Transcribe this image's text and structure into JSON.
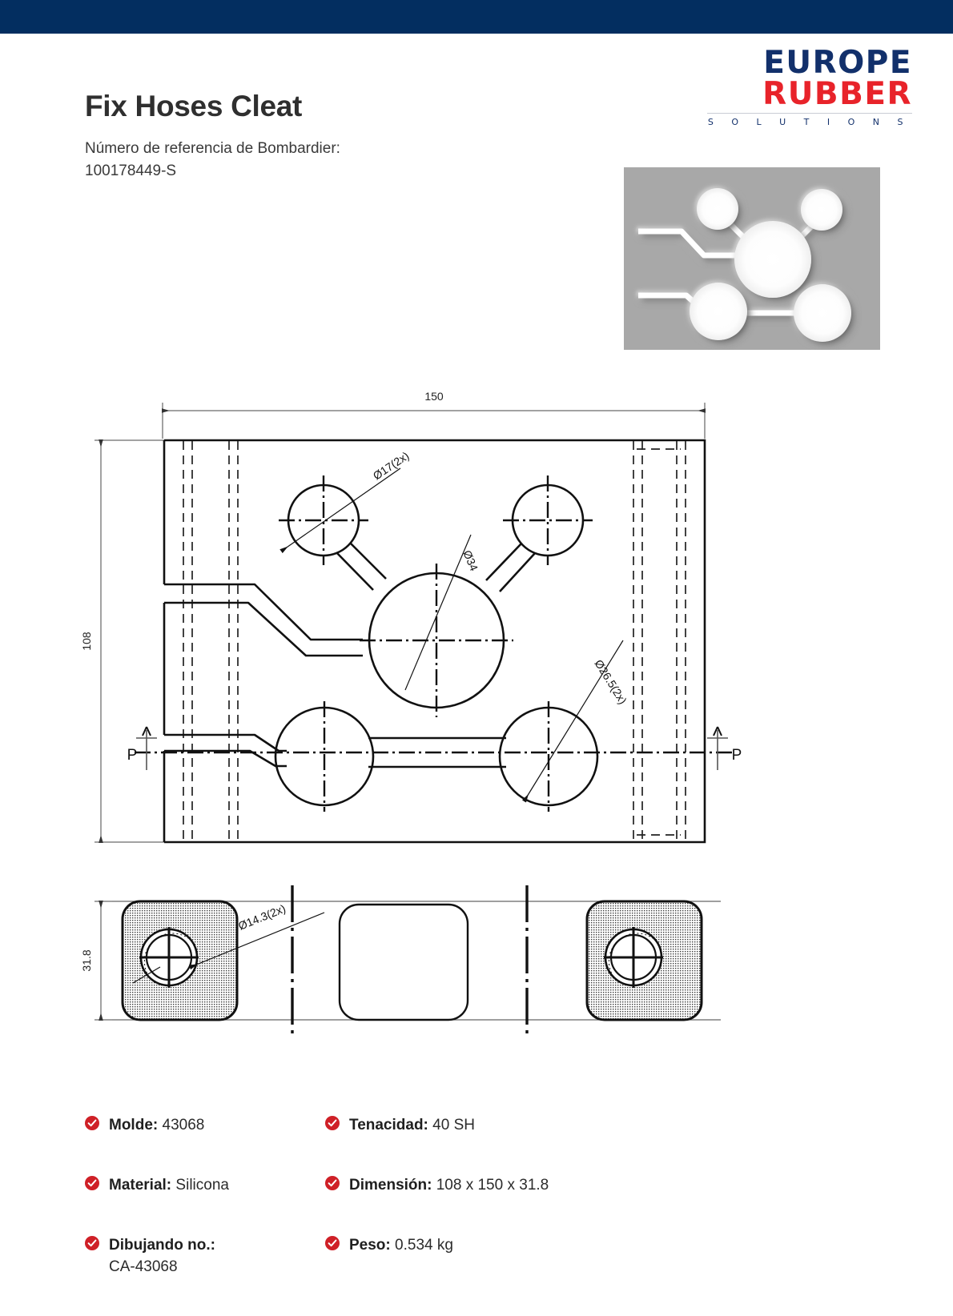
{
  "brand": {
    "banner_color": "#032e60",
    "accent_red": "#cf2027",
    "logo": {
      "line1": "EUROPE",
      "line2": "RUBBER",
      "line3": "S O L U T I O N S",
      "line1_color": "#12306b",
      "line2_color": "#e8232a"
    }
  },
  "header": {
    "title": "Fix Hoses Cleat",
    "subtitle_label": "Número de referencia de Bombardier:",
    "subtitle_value": "100178449-S"
  },
  "photo": {
    "alt": "product-photo-rubber-cleat",
    "background": "#a8a8a8"
  },
  "drawing": {
    "top_view": {
      "width_dim": "150",
      "height_dim": "108",
      "section_marker_left": "P",
      "section_marker_right": "P",
      "callouts": [
        {
          "label": "Ø17(2x)"
        },
        {
          "label": "Ø34"
        },
        {
          "label": "Ø26.5(2x)"
        }
      ]
    },
    "section_view": {
      "height_dim": "31.8",
      "callouts": [
        {
          "label": "Ø14.3(2x)"
        }
      ]
    }
  },
  "specs": {
    "left": [
      {
        "label": "Molde:",
        "value": "43068"
      },
      {
        "label": "Material:",
        "value": "Silicona"
      },
      {
        "label": "Dibujando no.:",
        "value": "CA-43068"
      }
    ],
    "right": [
      {
        "label": "Tenacidad:",
        "value": "40 SH"
      },
      {
        "label": "Dimensión:",
        "value": "108 x 150 x 31.8"
      },
      {
        "label": "Peso:",
        "value": "0.534 kg"
      }
    ]
  }
}
